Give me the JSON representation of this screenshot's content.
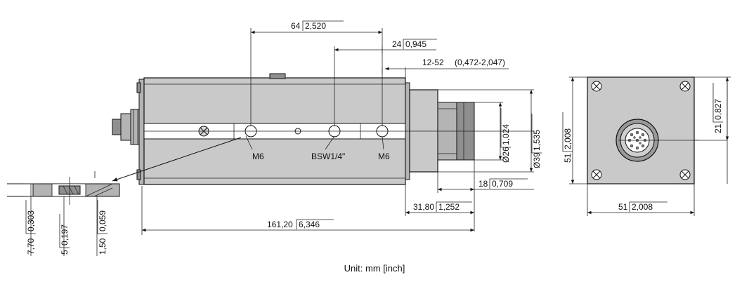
{
  "dimensions": {
    "center_distance": {
      "mm": "64",
      "inch": "2,520"
    },
    "bsw_offset": {
      "mm": "24",
      "inch": "0,945"
    },
    "adjust_range": {
      "mm": "12-52",
      "inch": "(0,472-2,047)"
    },
    "total_length": {
      "mm": "161,20",
      "inch": "6,346"
    },
    "front_length": {
      "mm": "31,80",
      "inch": "1,252"
    },
    "nut_length": {
      "mm": "18",
      "inch": "0,709"
    },
    "nut_diameter": {
      "mm": "Ø26",
      "inch": "1,024"
    },
    "front_diameter": {
      "mm": "Ø39",
      "inch": "1,535"
    },
    "square_height": {
      "mm": "51",
      "inch": "2,008"
    },
    "square_width": {
      "mm": "51",
      "inch": "2,008"
    },
    "connector_offset": {
      "mm": "21",
      "inch": "0,827"
    },
    "detail_height": {
      "mm": "7,70",
      "inch": "0,303"
    },
    "detail_depth": {
      "mm": "5",
      "inch": "0,197"
    },
    "detail_step": {
      "mm": "1,50",
      "inch": "0,059"
    }
  },
  "holes": {
    "left": "M6",
    "middle": "BSW1/4\"",
    "right": "M6"
  },
  "footer": {
    "unit_note": "Unit: mm [inch]"
  }
}
